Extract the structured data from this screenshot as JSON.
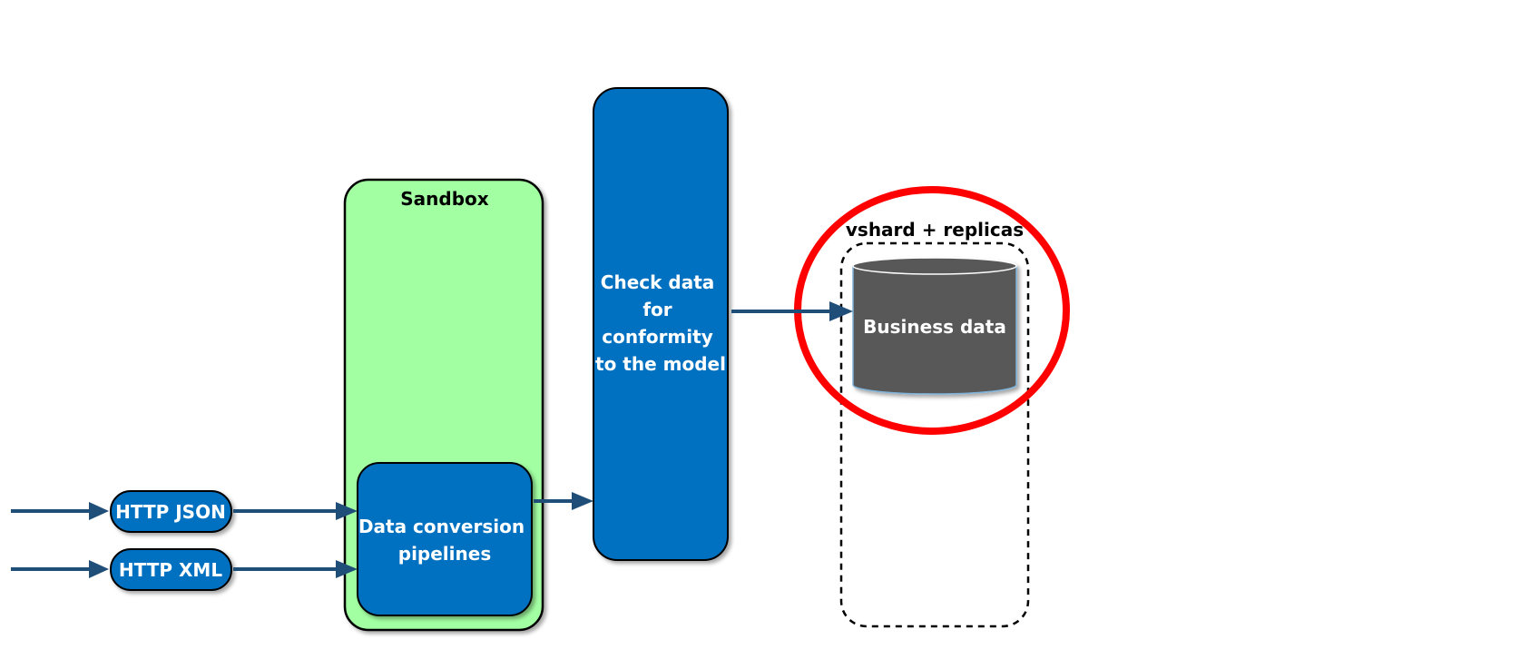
{
  "diagram": {
    "http_json_label": "HTTP JSON",
    "http_xml_label": "HTTP XML",
    "sandbox_title": "Sandbox",
    "pipelines_label": [
      "Data conversion",
      "pipelines"
    ],
    "check_label": [
      "Check data",
      "for",
      "conformity",
      "to the model"
    ],
    "storage_title": "vshard + replicas",
    "database_label": "Business data"
  },
  "colors": {
    "blue_box": "#0070C0",
    "sandbox_fill": "#A2FFA2",
    "arrow": "#1F4E79",
    "database_fill": "#595959",
    "highlight_ring": "#FF0000",
    "outline": "#000000"
  }
}
